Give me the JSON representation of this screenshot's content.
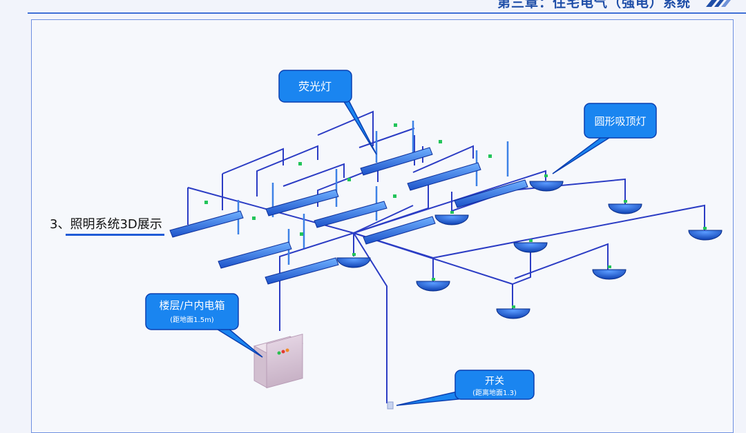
{
  "header": {
    "chapter_title": "第三章：住宅电气（强电）系统"
  },
  "section": {
    "label": "3、照明系统3D展示"
  },
  "callouts": {
    "fluorescent": {
      "title": "荧光灯"
    },
    "ceiling_lamp": {
      "title": "圆形吸顶灯"
    },
    "panel": {
      "title": "楼层/户内电箱",
      "note": "(距地面1.5m)"
    },
    "switch": {
      "title": "开关",
      "note": "(距离地面1.3)"
    }
  },
  "colors": {
    "wire": "#2b3cc4",
    "drop": "#3d82e6",
    "fixture": "#2a6fe0",
    "lamp": "#1f5fd8",
    "callout": "#1a85f0",
    "marker": "#22c45a",
    "panel_box": "#d9c8d8"
  },
  "icons": {
    "header_logo": "stripes-logo-icon"
  }
}
